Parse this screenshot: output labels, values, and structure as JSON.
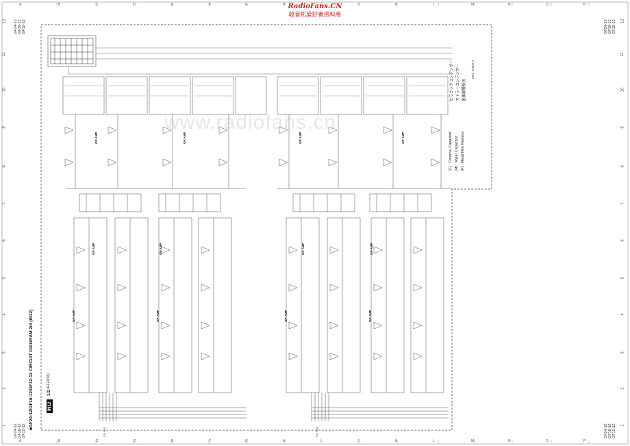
{
  "brand": {
    "name": "RadioFans.CN",
    "subtitle": "收音机爱好者资料库"
  },
  "watermark": "www.radiofans.cn",
  "columns": [
    "A",
    "B",
    "C",
    "D",
    "E",
    "F",
    "G",
    "H",
    "I",
    "J",
    "K",
    "L",
    "M",
    "N",
    "O",
    "P"
  ],
  "rows": [
    "12",
    "11",
    "10",
    "9",
    "8",
    "7",
    "6",
    "5",
    "4",
    "3",
    "2",
    "1"
  ],
  "model_codes": "GF24-12\nGF16-12\nGF12-12",
  "diagram": {
    "title": "■GF24-12/GF16-12/GF12-12 CIRCUIT DIAGRAM 2/4 (IN12)",
    "board_label": "IN12",
    "page": "1/2",
    "page_sub": "(GF24/16)",
    "ref_note": "REC 92865-3",
    "op_amp_label": "OP AMP",
    "connector_left": "CN IN12",
    "connector_right": "CN IN12"
  },
  "legend": [
    "(C) : Ceramic Capacitor",
    "(M) : Mylar Capacitor",
    "(F) : Metal Film Resistor"
  ],
  "legend_jp": [
    "セラミックコンデンサー",
    "マイラーコンデンサー",
    "金属皮膜抵抗"
  ]
}
